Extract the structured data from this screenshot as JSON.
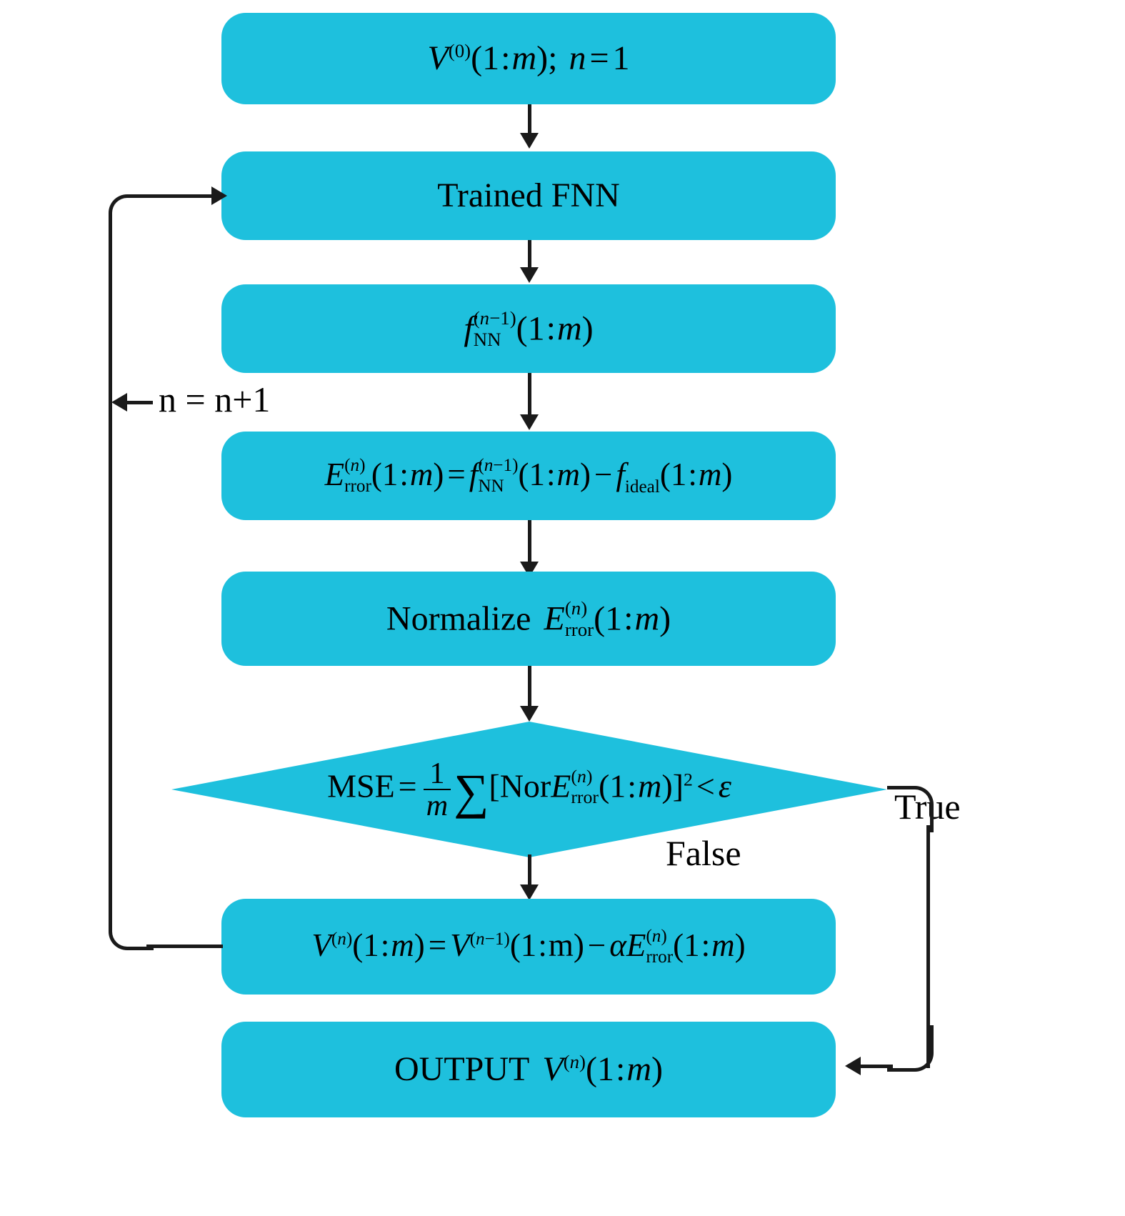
{
  "diagram": {
    "title": "FNN iterative voltage correction flowchart",
    "accent_color": "#1ec0dd",
    "line_color": "#1a1a1a",
    "background": "#ffffff",
    "nodes": [
      {
        "id": "init",
        "shape": "rounded-rect",
        "text": "V(0)(1 : m);  n = 1",
        "label": "initial-voltage-node"
      },
      {
        "id": "trained-fnn",
        "shape": "rounded-rect",
        "text": "Trained FNN",
        "label": "trained-fnn-node"
      },
      {
        "id": "fnn-output",
        "shape": "rounded-rect",
        "text": "fNN(n-1)(1 : m)",
        "label": "fnn-output-node"
      },
      {
        "id": "error",
        "shape": "rounded-rect",
        "text": "Error(n)(1 : m) = fNN(n-1)(1 : m) - fideal(1 : m)",
        "label": "error-computation-node"
      },
      {
        "id": "normalize",
        "shape": "rounded-rect",
        "text": "Normalize Error(n)(1 : m)",
        "label": "normalize-node"
      },
      {
        "id": "decision",
        "shape": "diamond",
        "text": "MSE = (1/m) SUM [NorError(n)(1 : m)]^2 < epsilon",
        "label": "mse-decision-node"
      },
      {
        "id": "update",
        "shape": "rounded-rect",
        "text": "V(n)(1 : m) = V(n-1)(1 : m) - alpha Error(n)(1 : m)",
        "label": "voltage-update-node"
      },
      {
        "id": "output",
        "shape": "rounded-rect",
        "text": "OUTPUT V(n)(1 : m)",
        "label": "output-node"
      }
    ],
    "edge_labels": {
      "increment": "n = n+1",
      "true_branch": "True",
      "false_branch": "False"
    },
    "symbols": {
      "V": "V",
      "n": "n",
      "m": "m",
      "f": "f",
      "E": "E",
      "NN": "NN",
      "rror": "rror",
      "ideal": "ideal",
      "Nor": "Nor",
      "MSE": "MSE",
      "OUTPUT": "OUTPUT",
      "Normalize": "Normalize",
      "TrainedFNN": "Trained FNN",
      "alpha": "α",
      "epsilon": "ε",
      "sum": "∑",
      "minus": "−",
      "equals": "=",
      "lessthan": "<",
      "colon": ":",
      "semicolon": ";",
      "one": "1",
      "zero": "0",
      "two": "2",
      "plus": "+",
      "lparen": "(",
      "rparen": ")",
      "lbracket": "[",
      "rbracket": "]"
    }
  }
}
